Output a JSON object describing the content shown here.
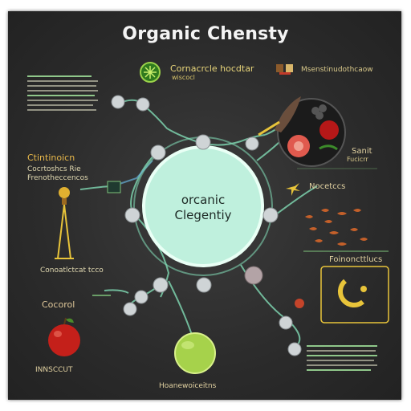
{
  "title": "Organic Chensty",
  "center_label_line1": "orcanic",
  "center_label_line2": "Clegentiy",
  "top_label": "Cornacrcle hocdtar",
  "top_sublabel": "wiscocl",
  "top_right_label": "Msenstinudothcaow",
  "right_label_1": "Sanit",
  "right_label_1_sub": "Fucicrr",
  "right_label_2": "Nocetccs",
  "right_label_3": "Foinoncttlucs",
  "left_label_1": "Ctintinoicn",
  "left_label_1_sub": "Cocrtoshcs Rie",
  "left_label_1_sub2": "Frenotheccencos",
  "left_label_2": "Conoatlctcat tcco",
  "left_label_3": "Cocorol",
  "left_label_3_sub": "INNSCCUT",
  "bottom_label": "Hoanewoiceitns",
  "colors": {
    "background": "#2b2b2b",
    "center_fill": "#bff0dd",
    "link_green": "#6fb26a",
    "accent_yellow": "#e8c43a",
    "apple_red": "#c4201a",
    "lime": "#a6d24b"
  },
  "icons": [
    "leaf-icon",
    "sushi-icon",
    "plate-icon",
    "apple-icon",
    "lime-icon",
    "lamp-icon",
    "hexagon-icon",
    "molecule-node-icon"
  ]
}
